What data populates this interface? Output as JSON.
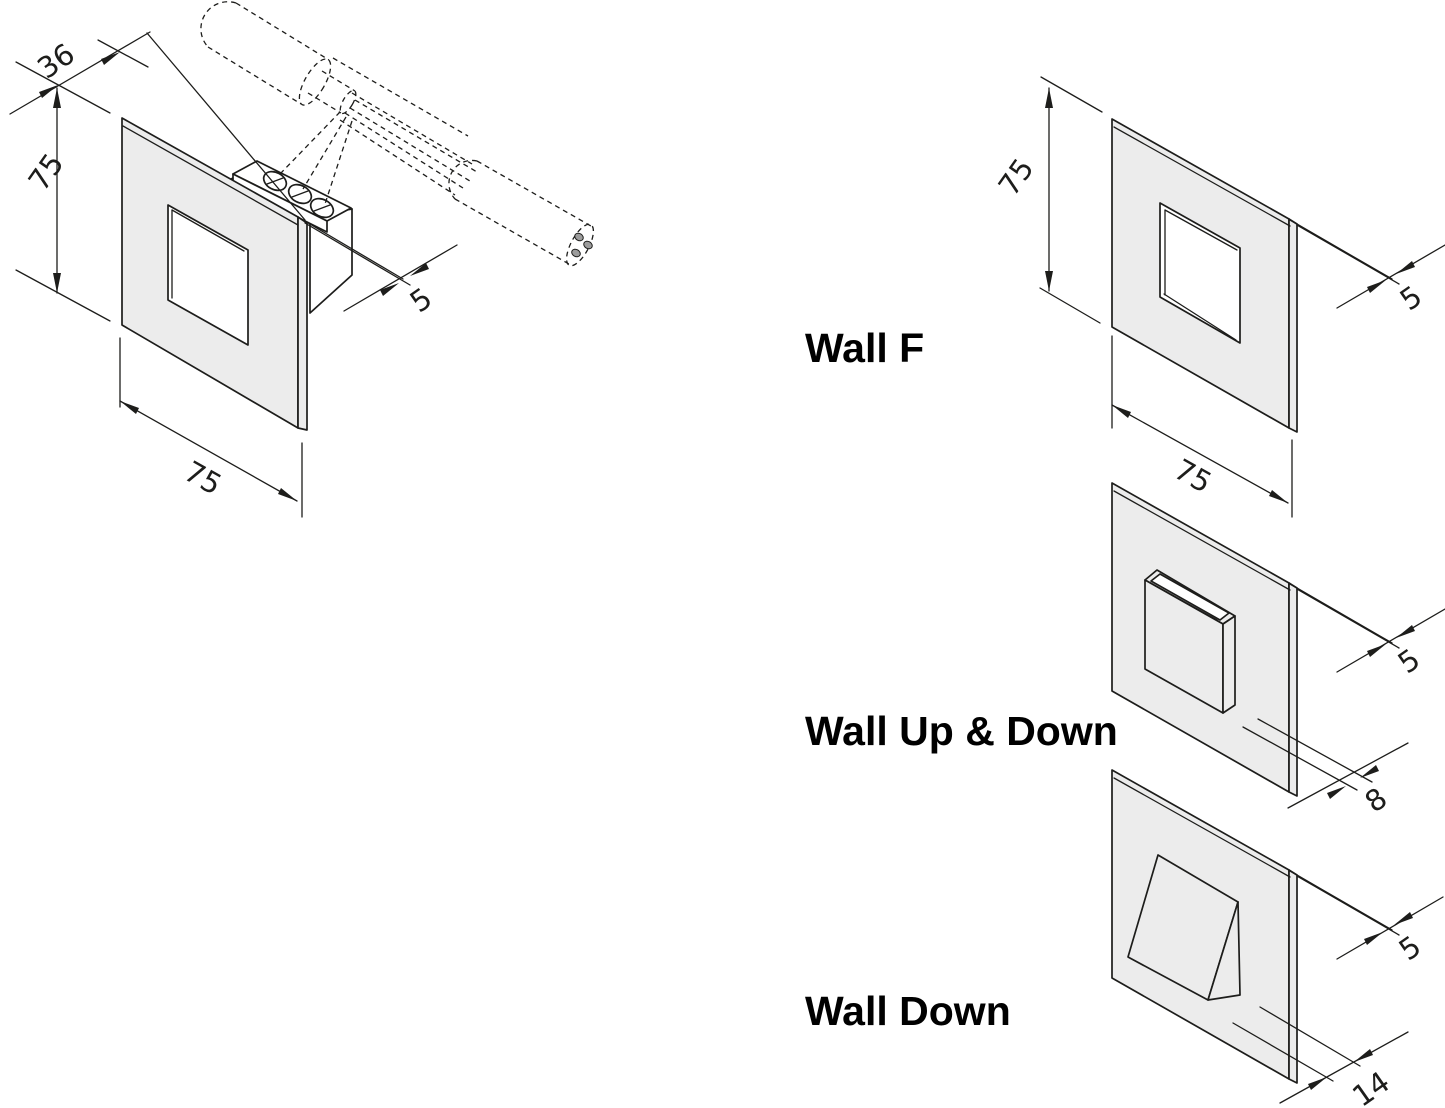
{
  "colors": {
    "line": "#1d1d1b",
    "plate": "#ececec",
    "white": "#ffffff",
    "pin": "#9c9c9c",
    "label": "#000000"
  },
  "install": {
    "depth": "36",
    "height": "75",
    "width": "75",
    "recess": "5"
  },
  "wall_f": {
    "label": "Wall F",
    "height": "75",
    "width": "75",
    "thickness": "5"
  },
  "wall_up_down": {
    "label": "Wall Up & Down",
    "thickness": "5",
    "protrusion": "8"
  },
  "wall_down": {
    "label": "Wall Down",
    "thickness": "5",
    "protrusion": "14"
  }
}
